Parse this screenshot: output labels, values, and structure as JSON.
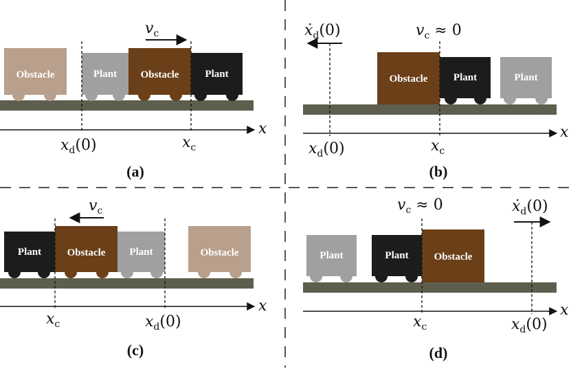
{
  "colors": {
    "plant_dark": "#1c1c1c",
    "plant_light": "#a0a0a0",
    "obstacle_dark": "#6b3f18",
    "obstacle_light": "#b9a08c",
    "track": "#5e5e4e",
    "divider": "#555555"
  },
  "labels": {
    "plant": "Plant",
    "obstacle": "Obstacle",
    "x_axis": "x",
    "vc": "vc",
    "vc_approx_zero": "vc ≈ 0",
    "xc": "xc",
    "xd0": "xd(0)",
    "xd0_dot": "ẋd(0)"
  },
  "panels": {
    "a": {
      "label": "(a)"
    },
    "b": {
      "label": "(b)"
    },
    "c": {
      "label": "(c)"
    },
    "d": {
      "label": "(d)"
    }
  }
}
